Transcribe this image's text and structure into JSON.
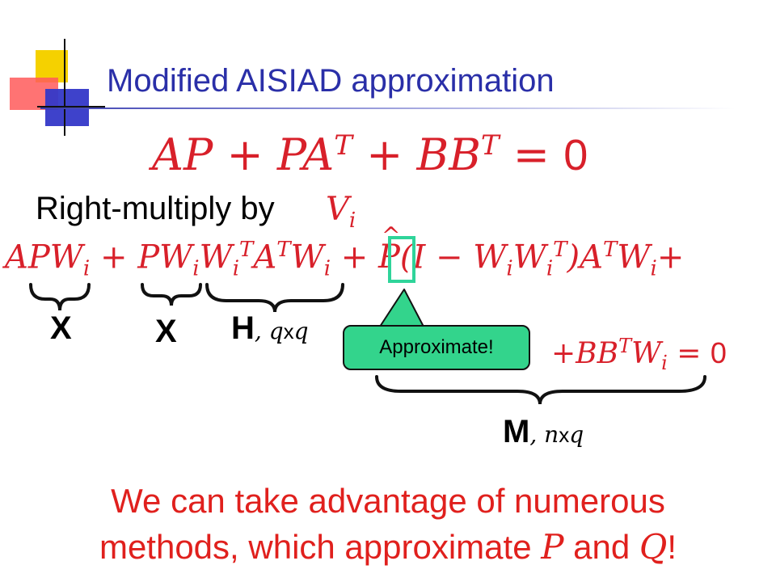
{
  "slide": {
    "title": "Modified AISIAD approximation",
    "main_equation": {
      "lhs": "AP + PA",
      "sup1": "T",
      "mid": " + BB",
      "sup2": "T",
      "eq": " = ",
      "rhs": "0"
    },
    "right_multiply": {
      "text": "Right-multiply by",
      "v": "V",
      "v_sub": "i"
    },
    "long_equation": {
      "t1": "APW",
      "t1_sub": "i",
      "plus1": " + ",
      "t2": "PW",
      "t2_sub": "i",
      "t3": "W",
      "t3_sub": "i",
      "t3_sup": "T",
      "t4": "A",
      "t4_sup": "T",
      "t5": "W",
      "t5_sub": "i",
      "plus2": " + ",
      "phat": "P",
      "hat": "^",
      "t6": "(I − W",
      "t6_sub": "i",
      "t7": "W",
      "t7_sub": "i",
      "t7_sup": "T",
      "t8": ")A",
      "t8_sup": "T",
      "t9": "W",
      "t9_sub": "i",
      "plus3": "+"
    },
    "labels": {
      "x1": "X",
      "x2": "X",
      "h": "H",
      "h_dim_sep": ", ",
      "h_dim": "q",
      "h_dim_x": "x",
      "h_dim2": "q",
      "m": "M",
      "m_dim_sep": ", ",
      "m_dim": "n",
      "m_dim_x": "x",
      "m_dim2": "q"
    },
    "callout": "Approximate!",
    "tail_equation": {
      "lead": "+BB",
      "sup": "T",
      "w": "W",
      "w_sub": "i",
      "eq": " = ",
      "rhs": "0"
    },
    "bottom": {
      "line1": "We can take advantage of numerous",
      "line2_a": "methods, which approximate ",
      "p": "P",
      "and": " and ",
      "q": "Q",
      "bang": "!"
    },
    "colors": {
      "title": "#2a2fa8",
      "math": "#d8202a",
      "callout": "#33d48c",
      "highlight_box": "#2fd49a",
      "bottom_text": "#e0201d"
    }
  }
}
